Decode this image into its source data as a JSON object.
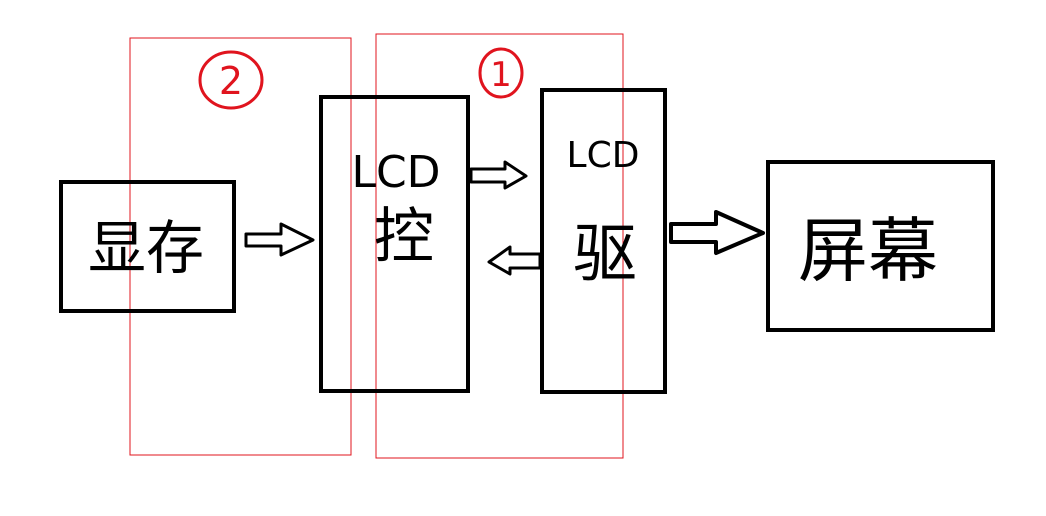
{
  "blocks": {
    "vram": {
      "label": "显存"
    },
    "lcd_controller": {
      "label_top": "LCD",
      "label_bottom": "控"
    },
    "lcd_driver": {
      "label_top": "LCD",
      "label_bottom": "驱"
    },
    "screen": {
      "label": "屏幕"
    }
  },
  "regions": {
    "region_2": {
      "number": "2"
    },
    "region_1": {
      "number": "1"
    }
  },
  "colors": {
    "block_stroke": "#000000",
    "region_stroke": "#e0141e",
    "marker": "#e0141e",
    "background": "#ffffff"
  }
}
